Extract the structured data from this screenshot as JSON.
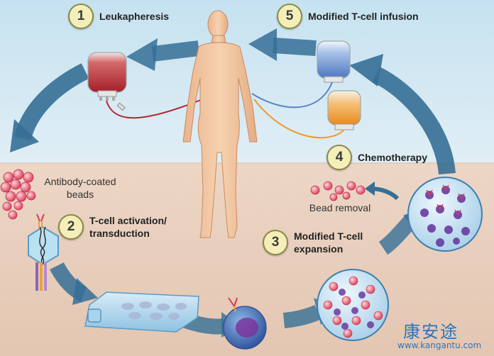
{
  "steps": [
    {
      "num": "1",
      "label": "Leukapheresis"
    },
    {
      "num": "2",
      "label_line1": "T-cell activation/",
      "label_line2": "transduction"
    },
    {
      "num": "3",
      "label_line1": "Modified T-cell",
      "label_line2": "expansion"
    },
    {
      "num": "4",
      "label": "Chemotherapy"
    },
    {
      "num": "5",
      "label": "Modified T-cell infusion"
    }
  ],
  "labels": {
    "beads_line1": "Antibody-coated",
    "beads_line2": "beads",
    "bead_removal": "Bead removal"
  },
  "watermark": {
    "text": "康安途",
    "url": "www.kangantu.com"
  },
  "colors": {
    "sky": "#cfe6f2",
    "ground": "#e8cfbd",
    "arrow": "#356f96",
    "badge_fill": "#f4efb8",
    "blood_red": "#b8232d",
    "tcell_blue": "#5b84c7",
    "chemo_orange": "#ef9a2a",
    "bead_pink": "#e8566c",
    "skin": "#f3c9a4"
  }
}
